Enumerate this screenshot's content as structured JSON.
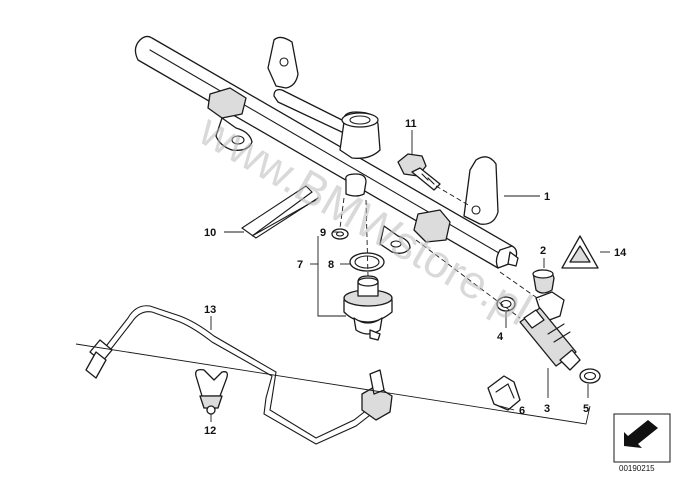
{
  "watermark": "www.BMWstore.pl",
  "reference_code": "00190215",
  "callouts": [
    {
      "id": "fuel-rail",
      "label": "1"
    },
    {
      "id": "injector-cap",
      "label": "2"
    },
    {
      "id": "injector",
      "label": "3"
    },
    {
      "id": "upper-o-ring",
      "label": "4"
    },
    {
      "id": "lower-o-ring",
      "label": "5"
    },
    {
      "id": "injector-clip",
      "label": "6"
    },
    {
      "id": "regulator-set",
      "label": "7"
    },
    {
      "id": "regulator-o-ring",
      "label": "8"
    },
    {
      "id": "regulator-seal",
      "label": "9"
    },
    {
      "id": "retaining-clip",
      "label": "10"
    },
    {
      "id": "bolt",
      "label": "11"
    },
    {
      "id": "hose-clamp",
      "label": "12"
    },
    {
      "id": "fuel-line",
      "label": "13"
    },
    {
      "id": "warning-label",
      "label": "14"
    }
  ]
}
